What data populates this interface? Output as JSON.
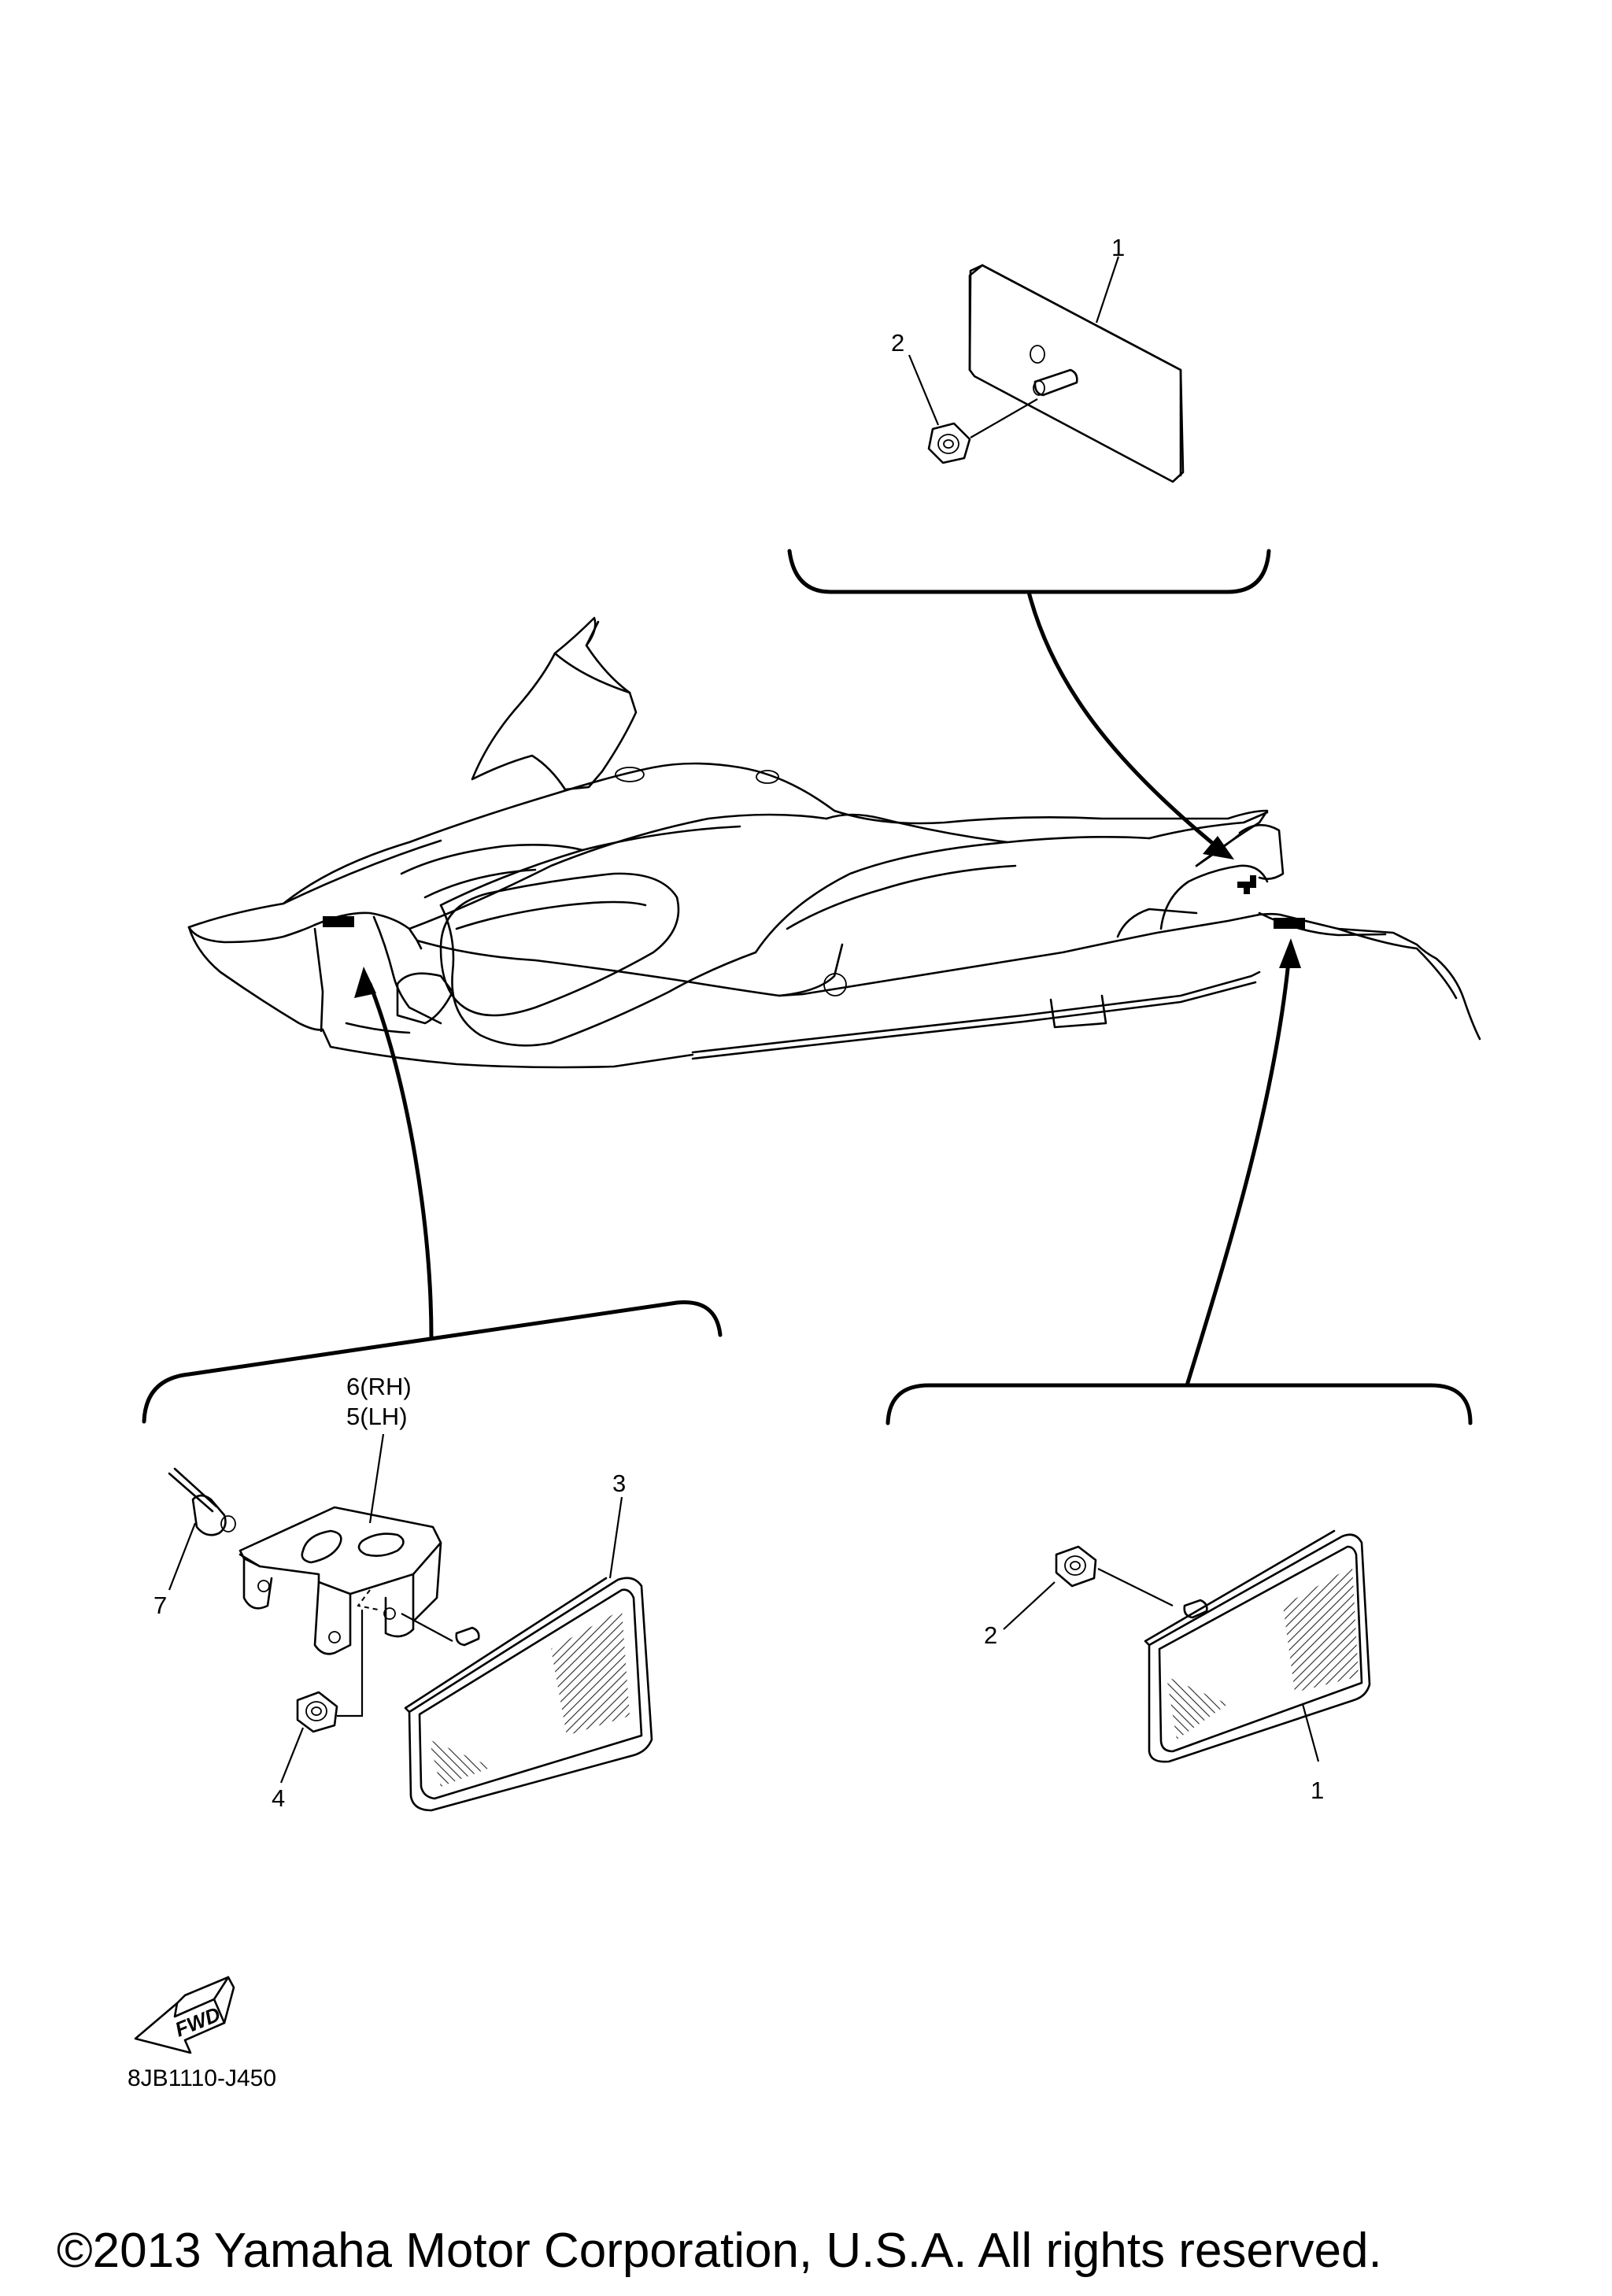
{
  "labels": {
    "rear_reflector_part": "1",
    "rear_reflector_nut": "2",
    "front_reflector": "3",
    "front_nut": "4",
    "bracket_lh": "5(LH)",
    "bracket_rh": "6(RH)",
    "rivet": "7",
    "side_nut": "2",
    "side_reflector": "1"
  },
  "fwd_label": "FWD",
  "diagram_code": "8JB1110-J450",
  "copyright": "©2013 Yamaha Motor Corporation, U.S.A. All rights reserved.",
  "icons": [
    "fwd-arrow-icon"
  ]
}
